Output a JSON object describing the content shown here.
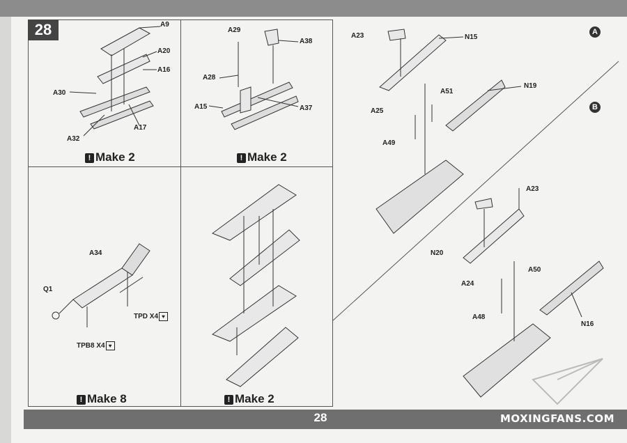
{
  "step_number": "28",
  "page_number": "28",
  "watermark": "MOXINGFANS.COM",
  "panel1": {
    "labels": [
      "A9",
      "A20",
      "A16",
      "A30",
      "A32",
      "A17"
    ],
    "make": "Make 2"
  },
  "panel2": {
    "labels": [
      "A29",
      "A38",
      "A28",
      "A15",
      "A37"
    ],
    "make": "Make 2"
  },
  "panel3": {
    "labels": [
      "A34",
      "Q1",
      "TPD X4",
      "TPB8 X4"
    ],
    "make": "Make 8"
  },
  "panel4": {
    "make": "Make 2"
  },
  "variant_a": {
    "marker": "A",
    "labels": [
      "A23",
      "N15",
      "N19",
      "A25",
      "A51",
      "A49"
    ]
  },
  "variant_b": {
    "marker": "B",
    "labels": [
      "A23",
      "N20",
      "A50",
      "A24",
      "A48",
      "N16"
    ]
  }
}
